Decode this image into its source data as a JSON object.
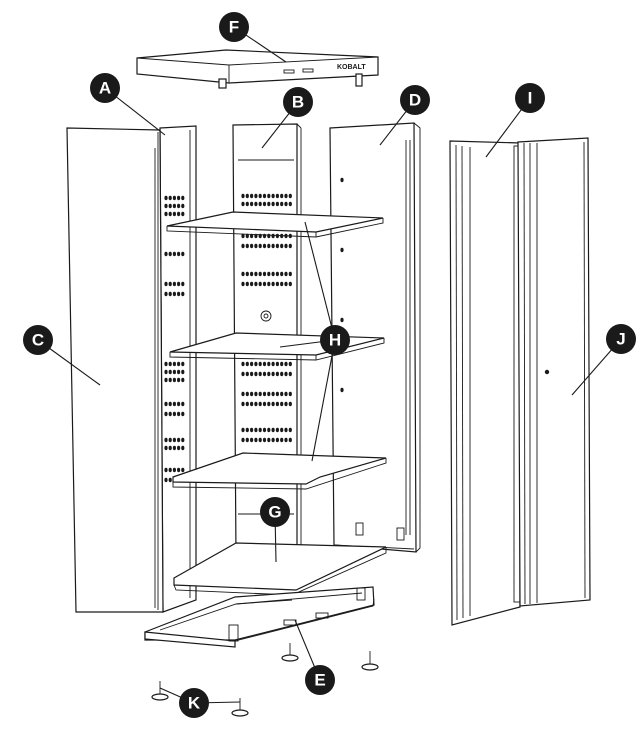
{
  "brand_mark": "KOBALT",
  "callouts": [
    {
      "letter": "A"
    },
    {
      "letter": "B"
    },
    {
      "letter": "C"
    },
    {
      "letter": "D"
    },
    {
      "letter": "E"
    },
    {
      "letter": "F"
    },
    {
      "letter": "G"
    },
    {
      "letter": "H"
    },
    {
      "letter": "I"
    },
    {
      "letter": "J"
    },
    {
      "letter": "K"
    }
  ]
}
